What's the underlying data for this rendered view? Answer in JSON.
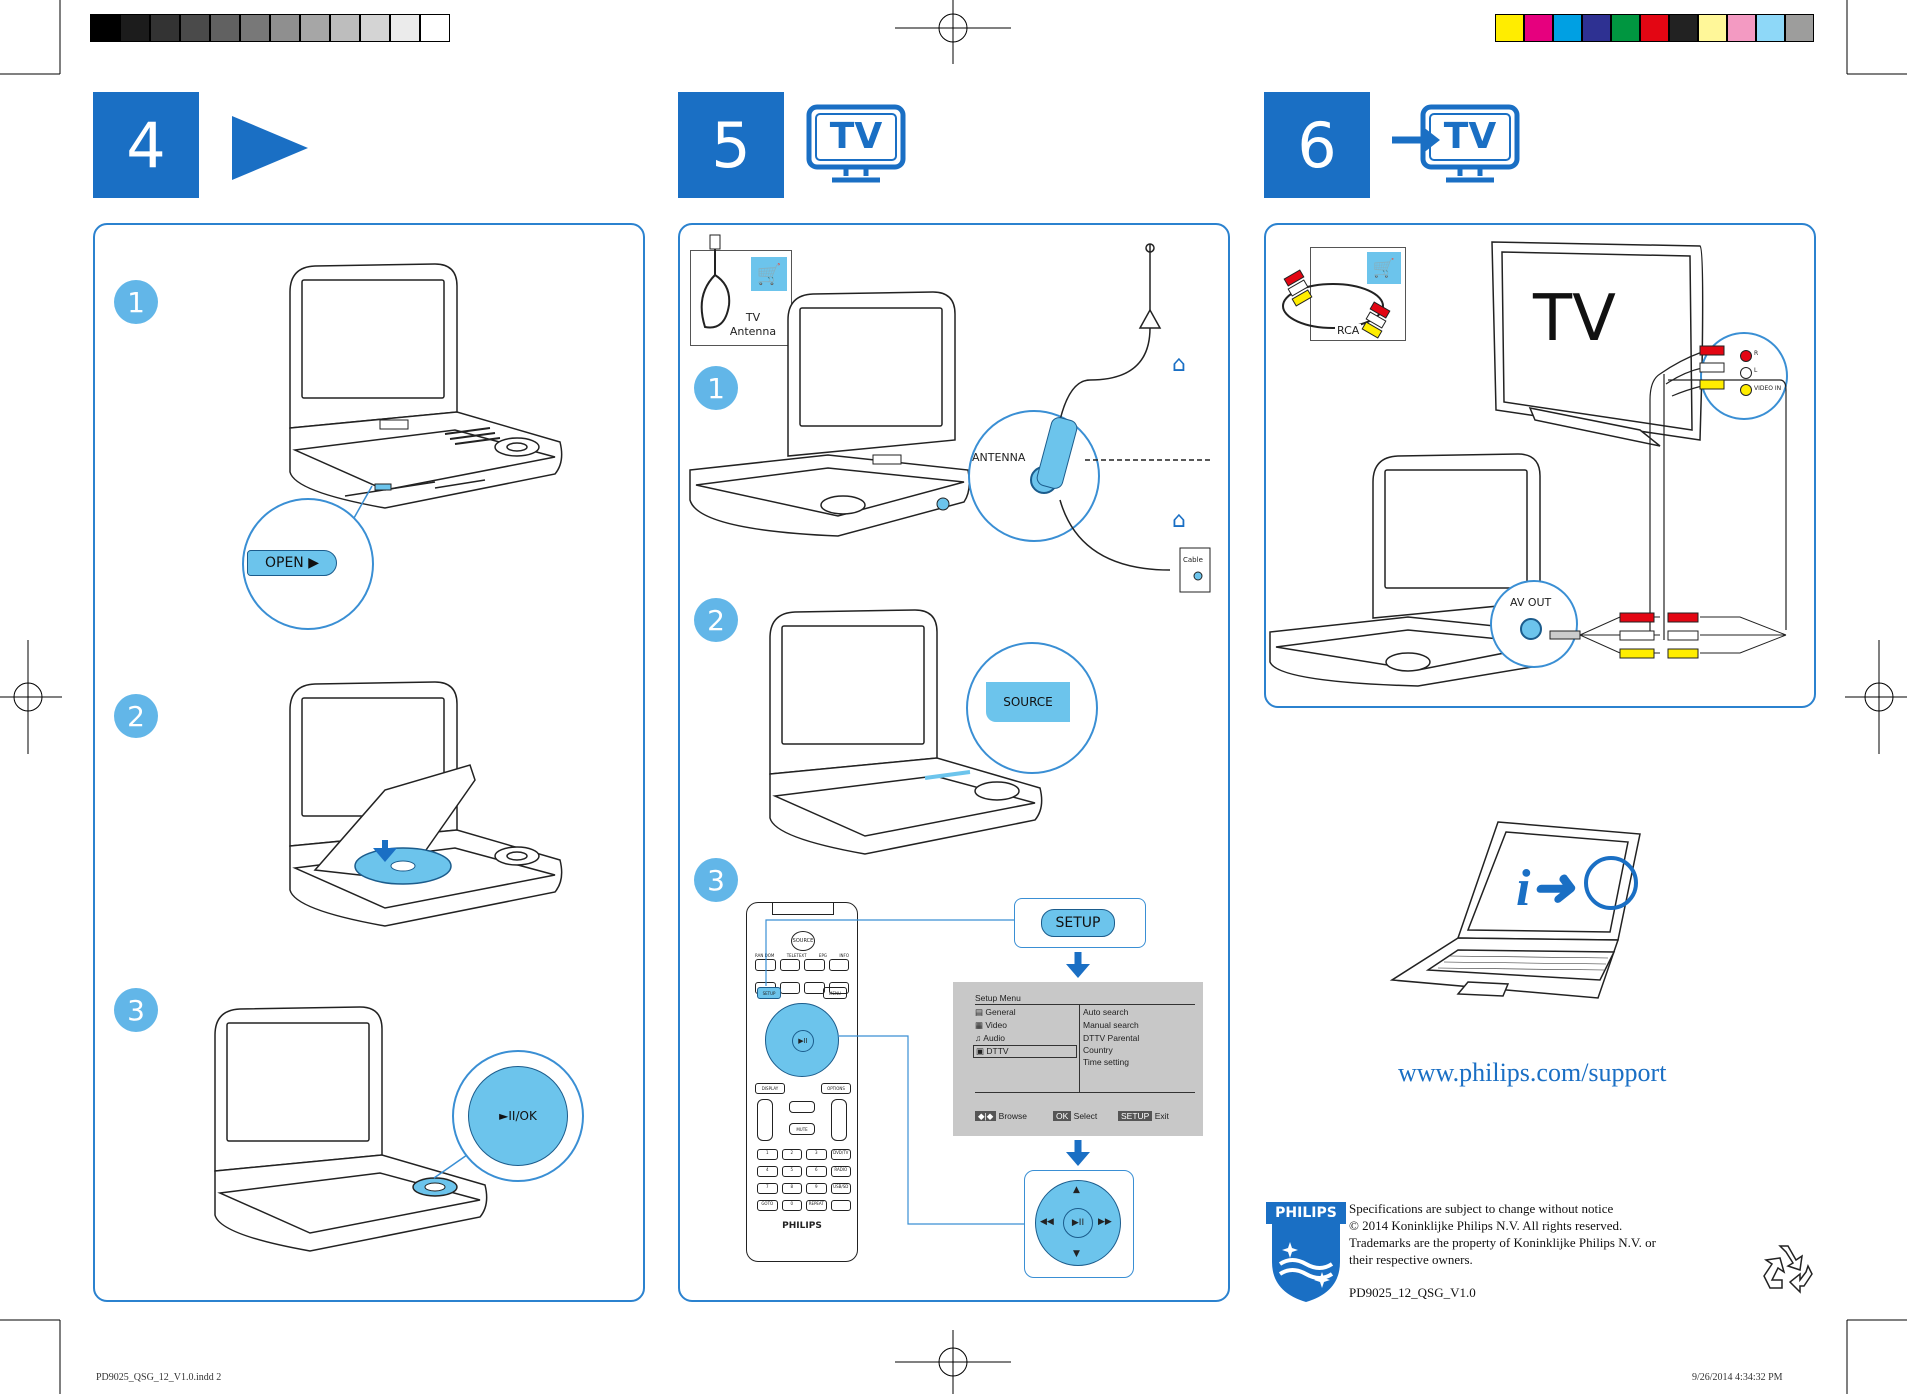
{
  "color_bars": {
    "gray": [
      "#000000",
      "#1c1c1c",
      "#333333",
      "#4a4a4a",
      "#616161",
      "#787878",
      "#8f8f8f",
      "#a6a6a6",
      "#bdbdbd",
      "#d4d4d4",
      "#ebebeb",
      "#ffffff"
    ],
    "color": [
      "#ffed00",
      "#e6007e",
      "#00a0e3",
      "#2e3192",
      "#009640",
      "#e30613",
      "#222222",
      "#fff799",
      "#f39ac2",
      "#8ed8f8",
      "#9d9d9c"
    ]
  },
  "accent_color": "#1a6fc4",
  "step4": {
    "number": "4",
    "icon": "play-icon"
  },
  "step5": {
    "number": "5",
    "icon": "tv-icon",
    "tv_label": "TV"
  },
  "step6": {
    "number": "6",
    "icon": "tv-input-icon",
    "tv_label": "TV"
  },
  "panel4": {
    "sub1": "1",
    "sub2": "2",
    "sub3": "3",
    "open_label": "OPEN ▶",
    "play_label": "►II/OK"
  },
  "panel5": {
    "sub1": "1",
    "sub2": "2",
    "sub3": "3",
    "accessory_label_1": "TV",
    "accessory_label_2": "Antenna",
    "antenna_label": "ANTENNA",
    "cable_label": "Cable",
    "source_label": "SOURCE",
    "setup_label": "SETUP",
    "remote_brand": "PHILIPS",
    "remote_keys": {
      "source": "SOURCE",
      "row1": [
        "RAN DOM",
        "TELETEXT",
        "EPG",
        "INFO"
      ],
      "row2": [
        "AUDIO",
        "",
        ""
      ],
      "row3": [
        "SETUP",
        "MENU"
      ],
      "display": "DISPLAY",
      "options": "OPTIONS",
      "mute": "MUTE",
      "digits": [
        "1",
        "2",
        "3",
        "4",
        "5",
        "6",
        "7",
        "8",
        "9",
        "GOTO",
        "0",
        "REPEAT"
      ],
      "side": [
        "DVD/TV",
        "RADIO",
        "USB/SD",
        ""
      ]
    },
    "setup_menu": {
      "title": "Setup Menu",
      "items": [
        "General",
        "Video",
        "Audio",
        "DTTV"
      ],
      "right": [
        "Auto search",
        "Manual search",
        "DTTV Parental",
        "Country",
        "Time setting"
      ],
      "bottom": {
        "browse_key": "◆|◆",
        "browse": "Browse",
        "ok_key": "OK",
        "ok": "Select",
        "setup_key": "SETUP",
        "exit": "Exit"
      }
    }
  },
  "panel6": {
    "accessory_label": "RCA",
    "tv_text": "TV",
    "jack_labels": [
      "R",
      "L",
      "VIDEO IN"
    ],
    "av_out_label": "AV OUT",
    "support_url": "www.philips.com/support"
  },
  "footer": {
    "brand": "PHILIPS",
    "legal": [
      "Specifications are subject to change without notice",
      "© 2014 Koninklijke Philips N.V.  All rights reserved.",
      "Trademarks are the property of Koninklijke Philips N.V. or",
      "their respective owners."
    ],
    "doc_code": "PD9025_12_QSG_V1.0",
    "file_name": "PD9025_QSG_12_V1.0.indd   2",
    "timestamp": "9/26/2014   4:34:32 PM"
  }
}
